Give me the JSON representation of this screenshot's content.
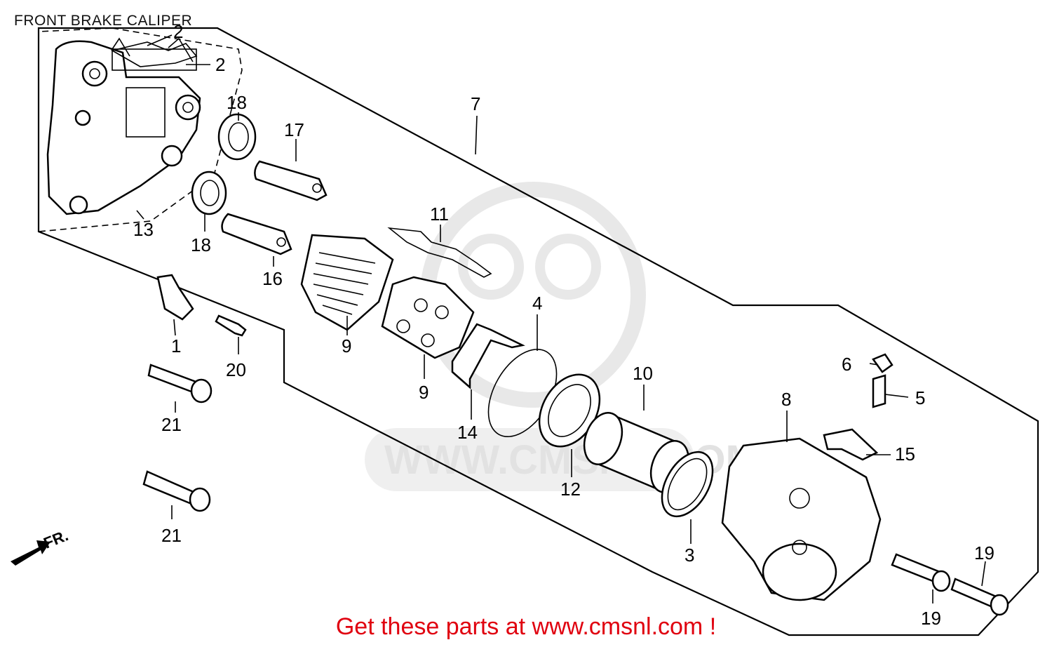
{
  "header": {
    "title": "FRONT BRAKE CALIPER"
  },
  "watermark": {
    "text": "WWW.CMSNL.COM"
  },
  "direction_marker": {
    "text": "FR.",
    "icon": "forward-arrow-icon"
  },
  "callouts": [
    {
      "id": "c2a",
      "text": "2"
    },
    {
      "id": "c2b",
      "text": "2"
    },
    {
      "id": "c7",
      "text": "7"
    },
    {
      "id": "c18a",
      "text": "18"
    },
    {
      "id": "c17",
      "text": "17"
    },
    {
      "id": "c13",
      "text": "13"
    },
    {
      "id": "c18b",
      "text": "18"
    },
    {
      "id": "c11",
      "text": "11"
    },
    {
      "id": "c16",
      "text": "16"
    },
    {
      "id": "c4",
      "text": "4"
    },
    {
      "id": "c1",
      "text": "1"
    },
    {
      "id": "c9a",
      "text": "9"
    },
    {
      "id": "c20",
      "text": "20"
    },
    {
      "id": "c9b",
      "text": "9"
    },
    {
      "id": "c10",
      "text": "10"
    },
    {
      "id": "c6",
      "text": "6"
    },
    {
      "id": "c5",
      "text": "5"
    },
    {
      "id": "c8",
      "text": "8"
    },
    {
      "id": "c21a",
      "text": "21"
    },
    {
      "id": "c14",
      "text": "14"
    },
    {
      "id": "c15",
      "text": "15"
    },
    {
      "id": "c12",
      "text": "12"
    },
    {
      "id": "c21b",
      "text": "21"
    },
    {
      "id": "c3",
      "text": "3"
    },
    {
      "id": "c19a",
      "text": "19"
    },
    {
      "id": "c19b",
      "text": "19"
    }
  ],
  "footer": {
    "text": "Get these parts at www.cmsnl.com !"
  },
  "colors": {
    "footer_text": "#e0000f",
    "line": "#000000",
    "watermark": "#e2e2e2"
  }
}
